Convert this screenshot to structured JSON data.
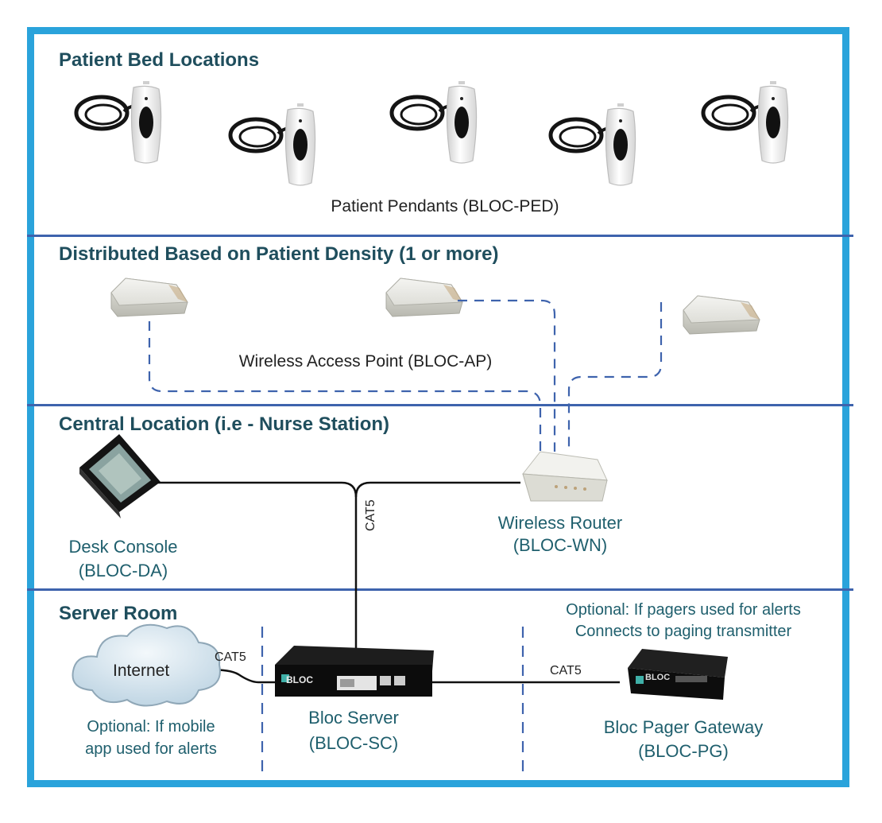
{
  "sections": {
    "bed": "Patient Bed Locations",
    "distributed": "Distributed Based on Patient Density (1 or more)",
    "central": "Central Location (i.e - Nurse Station)",
    "server": "Server Room"
  },
  "labels": {
    "pendants": "Patient Pendants (BLOC-PED)",
    "access_point": "Wireless Access Point (BLOC-AP)",
    "router_name": "Wireless Router",
    "router_model": "(BLOC-WN)",
    "console_name": "Desk Console",
    "console_model": "(BLOC-DA)",
    "cat5_vertical": "CAT5",
    "cat5_internet": "CAT5",
    "cat5_pager": "CAT5",
    "internet": "Internet",
    "mobile_note_1": "Optional: If mobile",
    "mobile_note_2": "app used for alerts",
    "server_name": "Bloc Server",
    "server_model": "(BLOC-SC)",
    "pager_note_1": "Optional: If pagers used for alerts",
    "pager_note_2": "Connects to paging transmitter",
    "pager_name": "Bloc Pager Gateway",
    "pager_model": "(BLOC-PG)",
    "device_brand": "BLOC"
  },
  "colors": {
    "frame": "#2aa3db",
    "divider": "#3e63ad",
    "dashed_link": "#3e63ad",
    "section_title": "#1f4e5d",
    "device_label": "#1f5f6d"
  },
  "icons": [
    "pendant-icon",
    "access-point-icon",
    "router-icon",
    "desk-console-icon",
    "cloud-icon",
    "server-icon",
    "pager-gateway-icon"
  ]
}
